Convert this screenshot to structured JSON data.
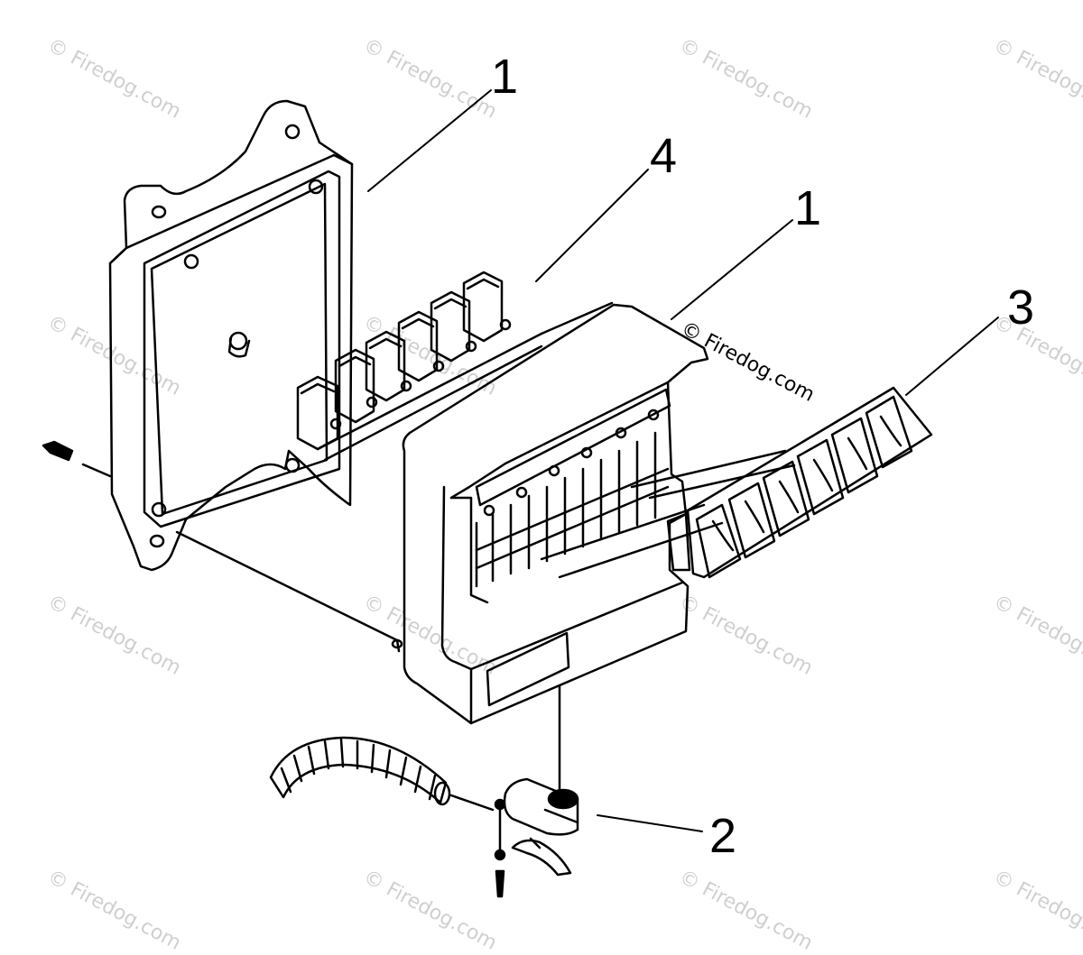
{
  "watermark": "© Firedog.com",
  "inline_watermark": "© Firedog.com",
  "callouts": {
    "c1_top": "1",
    "c4": "4",
    "c1_mid": "1",
    "c3": "3",
    "c2": "2"
  },
  "colors": {
    "line": "#000000",
    "watermark": "#cfcfcf",
    "background": "#ffffff"
  }
}
